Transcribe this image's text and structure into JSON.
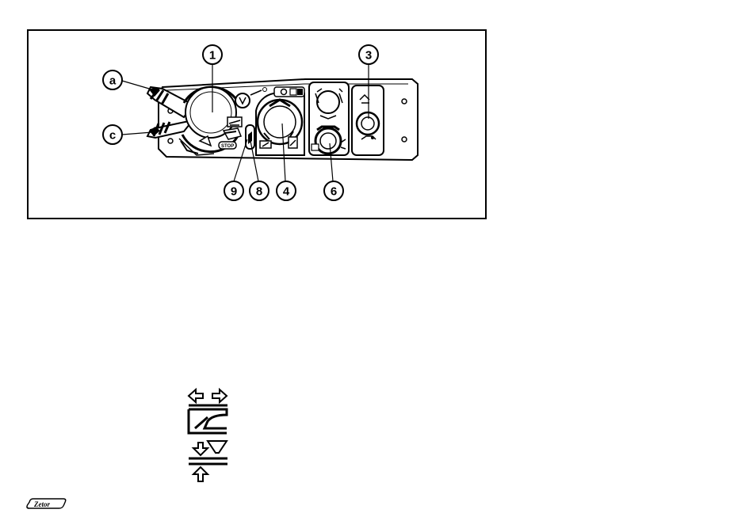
{
  "figure": {
    "frame_color": "#000000",
    "background": "#ffffff",
    "control_panel": {
      "callouts": [
        {
          "id": "1",
          "label": "1"
        },
        {
          "id": "3",
          "label": "3"
        },
        {
          "id": "a",
          "label": "a"
        },
        {
          "id": "c",
          "label": "c"
        },
        {
          "id": "9",
          "label": "9"
        },
        {
          "id": "8",
          "label": "8"
        },
        {
          "id": "4",
          "label": "4"
        },
        {
          "id": "6",
          "label": "6"
        }
      ],
      "stop_label": "STOP"
    }
  },
  "symbols": [
    {
      "name": "position-control-symbol-icon"
    },
    {
      "name": "draft-control-symbol-icon"
    }
  ],
  "logo": {
    "text": "Zetor"
  }
}
